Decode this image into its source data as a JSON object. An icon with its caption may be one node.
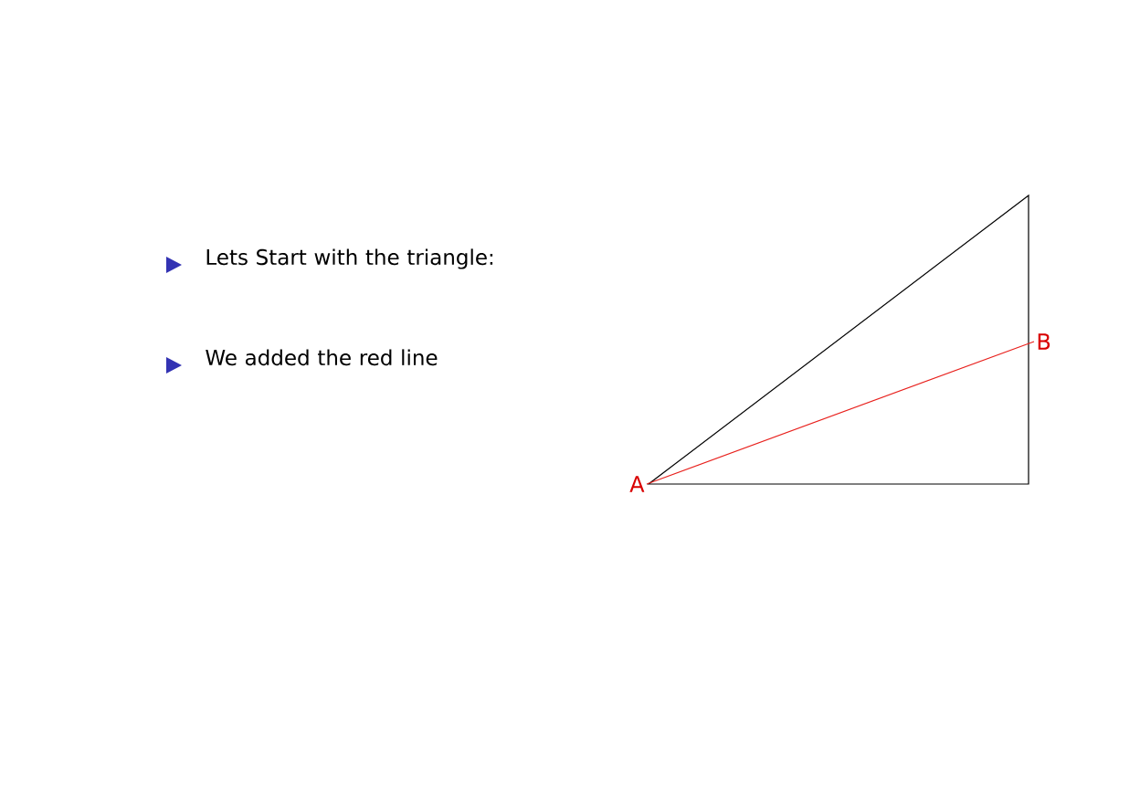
{
  "diagram": {
    "nodes": [
      {
        "text": [
          "A"
        ]
      },
      {
        "text": [
          "B"
        ]
      }
    ],
    "edges": [
      {
        "from": 0,
        "to": 1,
        "arrow": "none",
        "color": "#e8211d"
      }
    ],
    "labels": [
      "Lets Start with the triangle:",
      "We added the red line"
    ]
  }
}
